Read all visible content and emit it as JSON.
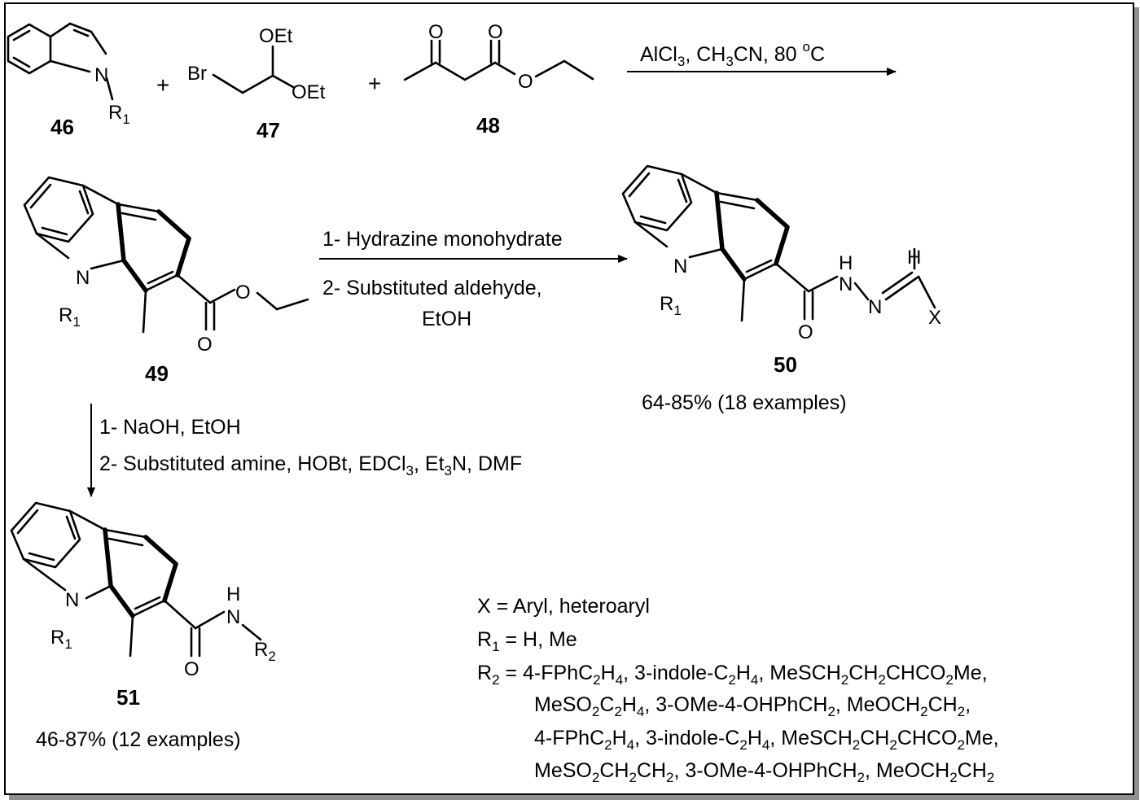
{
  "compounds": {
    "c46": {
      "label": "46",
      "atoms": {
        "n": "N",
        "r": "R",
        "r_sub": "1"
      }
    },
    "c47": {
      "label": "47",
      "atoms": {
        "br": "Br",
        "oet1": "OEt",
        "oet2": "OEt"
      }
    },
    "c48": {
      "label": "48",
      "atoms": {
        "o1": "O",
        "o2": "O",
        "o3": "O"
      }
    },
    "c49": {
      "label": "49",
      "atoms": {
        "n": "N",
        "r": "R",
        "r_sub": "1",
        "o1": "O",
        "o2": "O"
      }
    },
    "c50": {
      "label": "50",
      "yield": "64-85% (18 examples)",
      "atoms": {
        "n": "N",
        "r": "R",
        "r_sub": "1",
        "o": "O",
        "nh_h": "H",
        "n1": "N",
        "n2": "N",
        "h": "H",
        "x": "X"
      }
    },
    "c51": {
      "label": "51",
      "yield": "46-87% (12 examples)",
      "atoms": {
        "n": "N",
        "r": "R",
        "r_sub": "1",
        "o": "O",
        "nh_h": "H",
        "n2": "N",
        "r2": "R",
        "r2_sub": "2"
      }
    }
  },
  "plus_signs": [
    "+",
    "+"
  ],
  "conditions": {
    "step1": {
      "a": "AlCl",
      "b": "3",
      "c": ", CH",
      "d": "3",
      "e": "CN, 80 ",
      "f": "o",
      "g": "C"
    },
    "step2": {
      "line1": "1- Hydrazine monohydrate",
      "line2": "2- Substituted aldehyde,",
      "line3": "EtOH"
    },
    "step3": {
      "line1": "1- NaOH, EtOH",
      "line2": {
        "a": "2- Substituted amine, HOBt, EDCl",
        "b": "3",
        "c": ", Et",
        "d": "3",
        "e": "N, DMF"
      }
    }
  },
  "legend": {
    "x_line": "X = Aryl, heteroaryl",
    "r1_line": {
      "a": "R",
      "b": "1",
      "c": " = H, Me"
    },
    "r2_line1": {
      "a": "R",
      "b": "2",
      "c": " = 4-FPhC",
      "d": "2",
      "e": "H",
      "f": "4",
      "g": ", 3-indole-C",
      "h": "2",
      "i": "H",
      "j": "4",
      "k": ", MeSCH",
      "l": "2",
      "m": "CH",
      "n": "2",
      "o": "CHCO",
      "p": "2",
      "q": "Me,"
    },
    "r2_line2": {
      "a": "MeSO",
      "b": "2",
      "c": "C",
      "d": "2",
      "e": "H",
      "f": "4",
      "g": ", 3-OMe-4-OHPhCH",
      "h": "2",
      "i": ", MeOCH",
      "j": "2",
      "k": "CH",
      "l": "2",
      "m": ","
    },
    "r2_line3": {
      "a": "4-FPhC",
      "b": "2",
      "c": "H",
      "d": "4",
      "e": ", 3-indole-C",
      "f": "2",
      "g": "H",
      "h": "4",
      "i": ", MeSCH",
      "j": "2",
      "k": "CH",
      "l": "2",
      "m": "CHCO",
      "n": "2",
      "o": "Me,"
    },
    "r2_line4": {
      "a": "MeSO",
      "b": "2",
      "c": "CH",
      "d": "2",
      "e": "CH",
      "f": "2",
      "g": ", 3-OMe-4-OHPhCH",
      "h": "2",
      "i": ", MeOCH",
      "j": "2",
      "k": "CH",
      "l": "2"
    }
  }
}
